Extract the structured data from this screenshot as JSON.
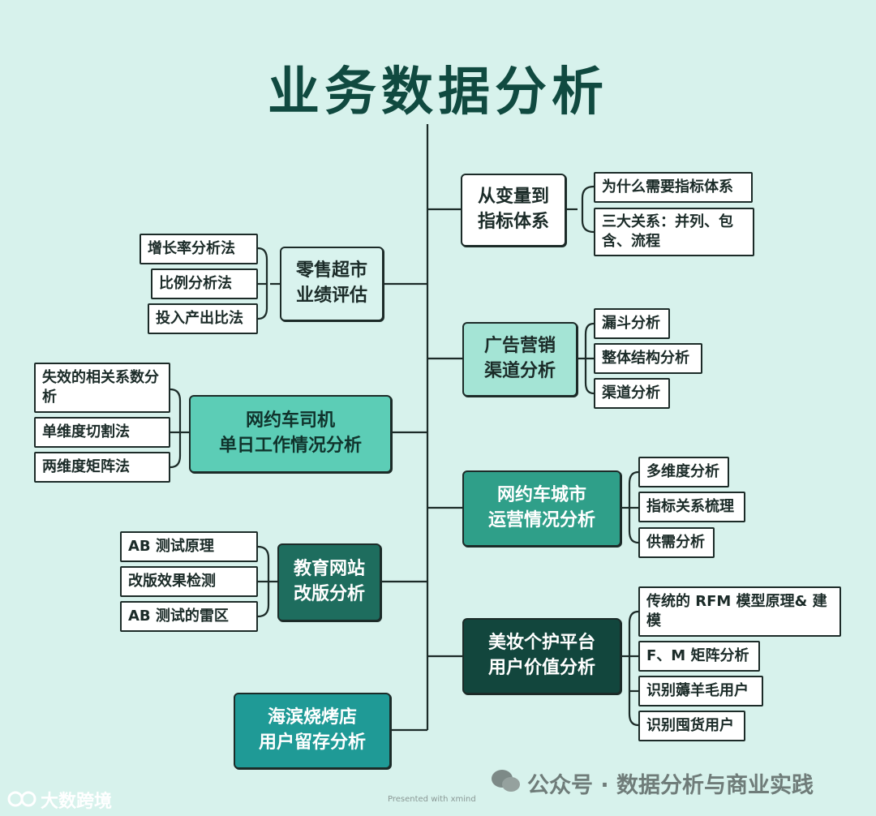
{
  "title": "业务数据分析",
  "branches": [
    {
      "id": "b1",
      "label": [
        "从变量到",
        "指标体系"
      ],
      "leaves": [
        "为什么需要指标体系",
        "三大关系：并列、包含、流程"
      ]
    },
    {
      "id": "b2",
      "label": [
        "零售超市",
        "业绩评估"
      ],
      "leaves": [
        "增长率分析法",
        "比例分析法",
        "投入产出比法"
      ]
    },
    {
      "id": "b3",
      "label": [
        "广告营销",
        "渠道分析"
      ],
      "leaves": [
        "漏斗分析",
        "整体结构分析",
        "渠道分析"
      ]
    },
    {
      "id": "b4",
      "label": [
        "网约车司机",
        "单日工作情况分析"
      ],
      "leaves": [
        "失效的相关系数分析",
        "单维度切割法",
        "两维度矩阵法"
      ]
    },
    {
      "id": "b5",
      "label": [
        "网约车城市",
        "运营情况分析"
      ],
      "leaves": [
        "多维度分析",
        "指标关系梳理",
        "供需分析"
      ]
    },
    {
      "id": "b6",
      "label": [
        "教育网站",
        "改版分析"
      ],
      "leaves": [
        "AB 测试原理",
        "改版效果检测",
        "AB 测试的雷区"
      ]
    },
    {
      "id": "b7",
      "label": [
        "美妆个护平台",
        "用户价值分析"
      ],
      "leaves": [
        "传统的 RFM 模型原理& 建模",
        "F、M 矩阵分析",
        "识别薅羊毛用户",
        "识别囤货用户"
      ]
    },
    {
      "id": "b8",
      "label": [
        "海滨烧烤店",
        "用户留存分析"
      ],
      "leaves": []
    }
  ],
  "watermark_left": "大数跨境",
  "watermark_right": "公众号 · 数据分析与商业实践",
  "credit": "Presented with xmind",
  "icons": {
    "wechat": "wechat-icon",
    "brand": "brand-logo-icon"
  },
  "colors": {
    "background": "#d7f2ec",
    "title": "#104a40",
    "line": "#1c2b28"
  }
}
